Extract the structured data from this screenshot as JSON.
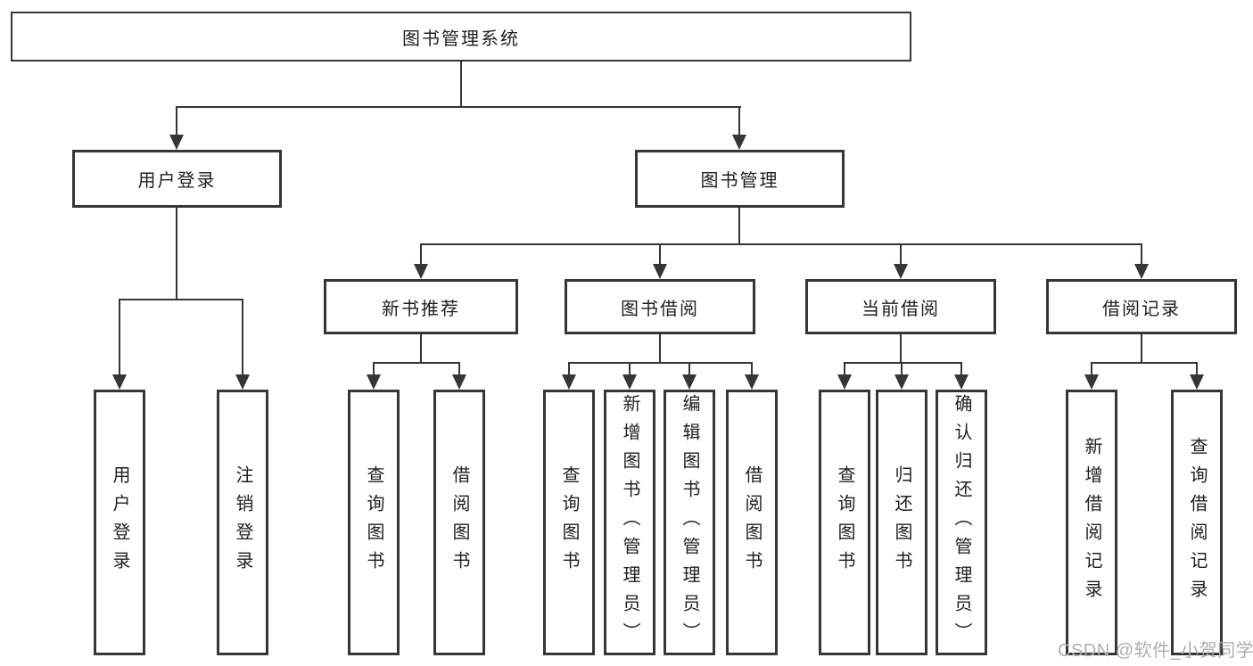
{
  "tree": {
    "root": {
      "label": "图书管理系统"
    },
    "level2": [
      {
        "label": "用户登录"
      },
      {
        "label": "图书管理"
      }
    ],
    "level3": [
      {
        "label": "新书推荐"
      },
      {
        "label": "图书借阅"
      },
      {
        "label": "当前借阅"
      },
      {
        "label": "借阅记录"
      }
    ],
    "leaves": {
      "user_login": [
        {
          "label": "用户登录"
        },
        {
          "label": "注销登录"
        }
      ],
      "new_books": [
        {
          "label": "查询图书"
        },
        {
          "label": "借阅图书"
        }
      ],
      "book_borrow": [
        {
          "label": "查询图书"
        },
        {
          "label": "新增图书（管理员）"
        },
        {
          "label": "编辑图书（管理员）"
        },
        {
          "label": "借阅图书"
        }
      ],
      "current_borrow": [
        {
          "label": "查询图书"
        },
        {
          "label": "归还图书"
        },
        {
          "label": "确认归还（管理员）"
        }
      ],
      "borrow_records": [
        {
          "label": "新增借阅记录"
        },
        {
          "label": "查询借阅记录"
        }
      ]
    }
  },
  "watermark": {
    "text": "CSDN @软件_小贺同学"
  },
  "colors": {
    "line": "#363636",
    "text": "#1f1f1f",
    "bg": "#ffffff",
    "watermark": "#b3adad"
  }
}
